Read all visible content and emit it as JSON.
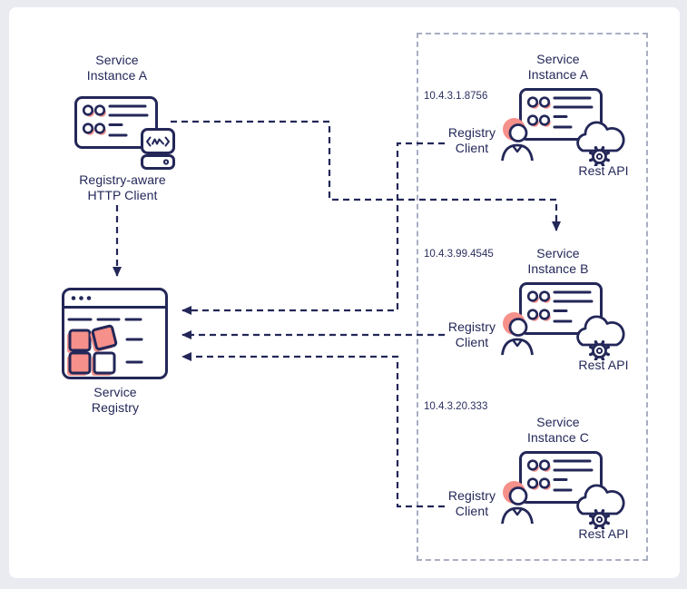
{
  "colors": {
    "navy": "#232758",
    "salmon": "#f6908a",
    "panel_border": "#a9aec2",
    "page_bg": "#e9ebf1",
    "card_bg": "#ffffff"
  },
  "left_instance": {
    "title_lines": [
      "Service",
      "Instance A"
    ],
    "client_label_lines": [
      "Registry-aware",
      "HTTP Client"
    ]
  },
  "registry": {
    "label_lines": [
      "Service",
      "Registry"
    ]
  },
  "instances": [
    {
      "ip": "10.4.3.1.8756",
      "title_lines": [
        "Service",
        "Instance A"
      ],
      "client_lines": [
        "Registry",
        "Client"
      ],
      "api_label": "Rest API"
    },
    {
      "ip": "10.4.3.99.4545",
      "title_lines": [
        "Service",
        "Instance B"
      ],
      "client_lines": [
        "Registry",
        "Client"
      ],
      "api_label": "Rest API"
    },
    {
      "ip": "10.4.3.20.333",
      "title_lines": [
        "Service",
        "Instance C"
      ],
      "client_lines": [
        "Registry",
        "Client"
      ],
      "api_label": "Rest API"
    }
  ],
  "connections": [
    {
      "from": "registry-aware-http-client",
      "to": "service-registry"
    },
    {
      "from": "registry-aware-http-client",
      "to": "service-instance-b"
    },
    {
      "from": "registry-client-a",
      "to": "service-registry"
    },
    {
      "from": "registry-client-b",
      "to": "service-registry"
    },
    {
      "from": "registry-client-c",
      "to": "service-registry"
    }
  ]
}
